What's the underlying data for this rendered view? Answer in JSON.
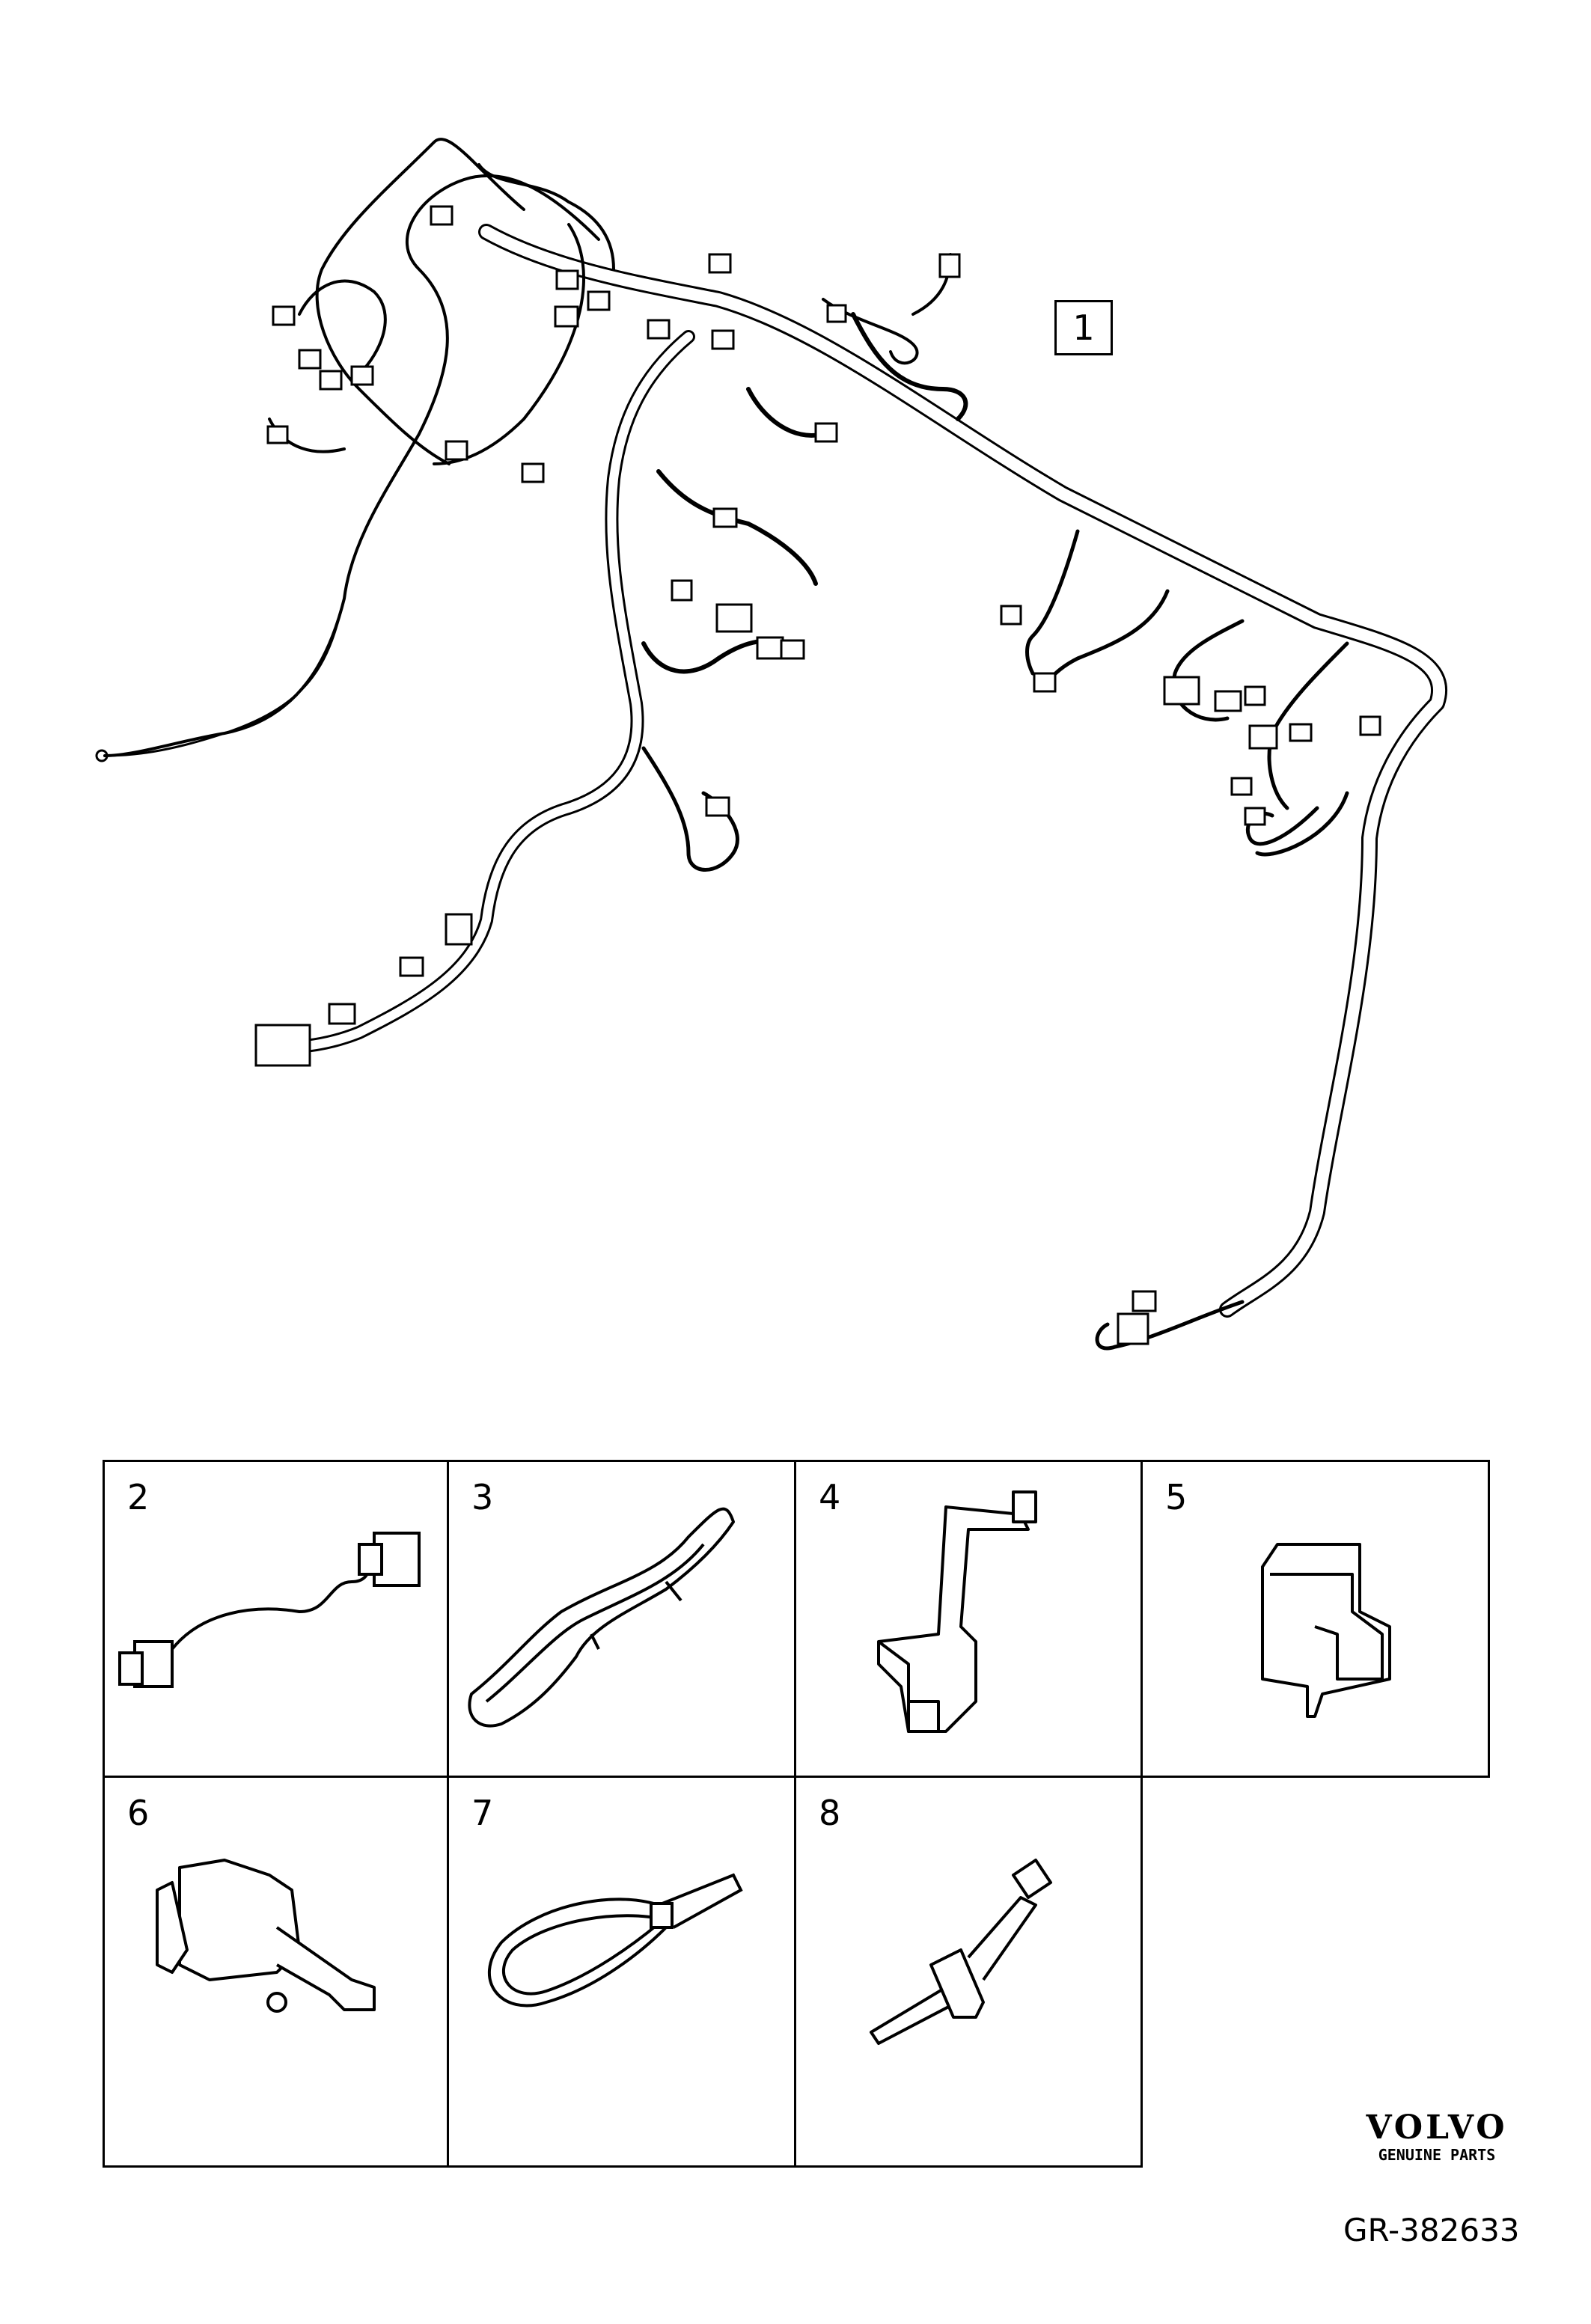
{
  "main_callout": "1",
  "parts": [
    {
      "number": "2",
      "icon": "wire-connector-icon"
    },
    {
      "number": "3",
      "icon": "cable-channel-icon"
    },
    {
      "number": "4",
      "icon": "bracket-icon"
    },
    {
      "number": "5",
      "icon": "clip-icon"
    },
    {
      "number": "6",
      "icon": "plug-cap-icon"
    },
    {
      "number": "7",
      "icon": "cable-tie-icon"
    },
    {
      "number": "8",
      "icon": "tie-clip-icon"
    }
  ],
  "brand": {
    "name": "VOLVO",
    "tagline": "GENUINE PARTS"
  },
  "figure_code": "GR-382633"
}
